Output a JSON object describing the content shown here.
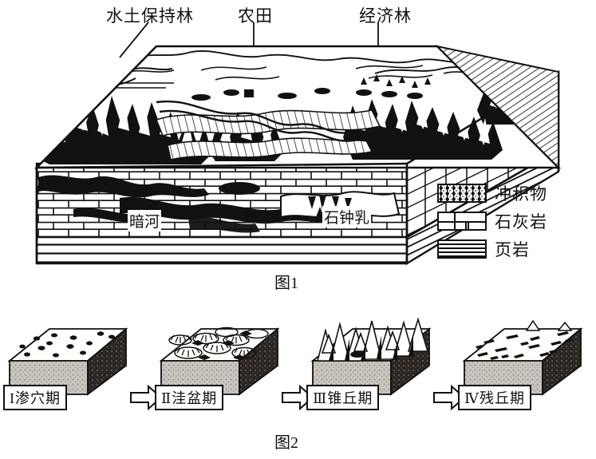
{
  "figure1": {
    "caption": "图1",
    "top_labels": [
      {
        "id": "soil-water-conservation-forest",
        "text": "水土保持林"
      },
      {
        "id": "farmland",
        "text": "农田"
      },
      {
        "id": "economic-forest",
        "text": "经济林"
      }
    ],
    "inner_labels": [
      {
        "id": "underground-river",
        "text": "暗河"
      },
      {
        "id": "stalactite",
        "text": "石钟乳"
      }
    ],
    "legend": [
      {
        "id": "alluvium",
        "label": "冲积物",
        "pattern": "alluvium-hatch",
        "color": "#111111"
      },
      {
        "id": "limestone",
        "label": "石灰岩",
        "pattern": "brick",
        "color": "#111111"
      },
      {
        "id": "shale",
        "label": "页岩",
        "pattern": "horizontal-lines",
        "color": "#111111"
      }
    ]
  },
  "figure2": {
    "caption": "图2",
    "stages": [
      {
        "numeral": "I",
        "name": "I渗穴期"
      },
      {
        "numeral": "II",
        "name": "Ⅱ洼盆期"
      },
      {
        "numeral": "III",
        "name": "Ⅲ锥丘期"
      },
      {
        "numeral": "IV",
        "name": "Ⅳ残丘期"
      }
    ],
    "arrows": [
      "arrow-1",
      "arrow-2",
      "arrow-3"
    ]
  }
}
